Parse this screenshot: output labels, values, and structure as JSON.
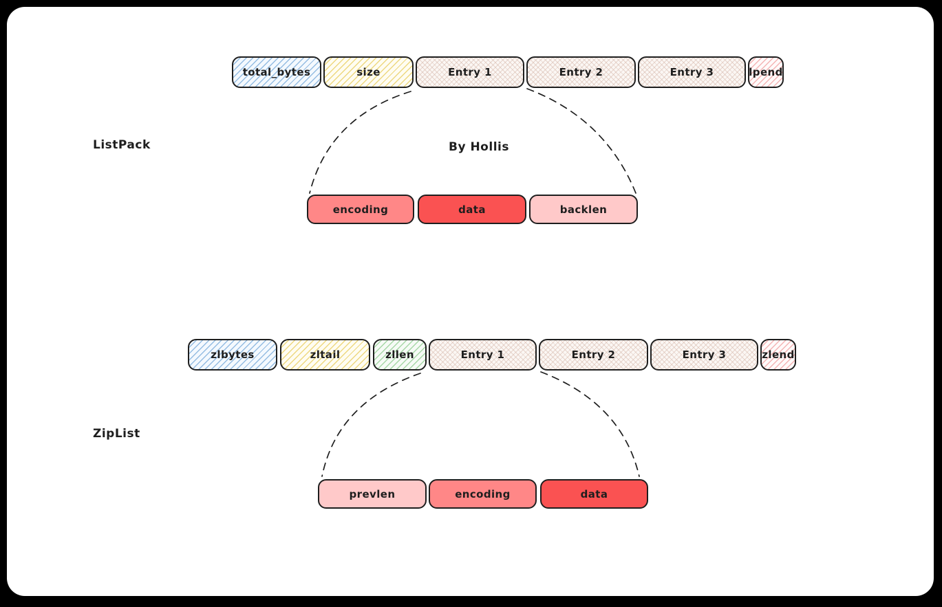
{
  "listpack": {
    "label": "ListPack",
    "note": "By Hollis",
    "row": [
      {
        "label": "total_bytes",
        "fill": "blue-hachure"
      },
      {
        "label": "size",
        "fill": "yellow-hachure"
      },
      {
        "label": "Entry 1",
        "fill": "cross-hatch"
      },
      {
        "label": "Entry 2",
        "fill": "cross-hatch"
      },
      {
        "label": "Entry 3",
        "fill": "cross-hatch"
      },
      {
        "label": "lpend",
        "fill": "red-hachure"
      }
    ],
    "entry_detail": [
      {
        "label": "encoding",
        "fill": "solid-salmon"
      },
      {
        "label": "data",
        "fill": "solid-red"
      },
      {
        "label": "backlen",
        "fill": "solid-pink"
      }
    ]
  },
  "ziplist": {
    "label": "ZipList",
    "row": [
      {
        "label": "zlbytes",
        "fill": "blue-hachure"
      },
      {
        "label": "zltail",
        "fill": "yellow-hachure"
      },
      {
        "label": "zllen",
        "fill": "green-hachure"
      },
      {
        "label": "Entry 1",
        "fill": "cross-hatch"
      },
      {
        "label": "Entry 2",
        "fill": "cross-hatch"
      },
      {
        "label": "Entry 3",
        "fill": "cross-hatch"
      },
      {
        "label": "zlend",
        "fill": "red-hachure"
      }
    ],
    "entry_detail": [
      {
        "label": "prevlen",
        "fill": "solid-pink"
      },
      {
        "label": "encoding",
        "fill": "solid-salmon"
      },
      {
        "label": "data",
        "fill": "solid-red"
      }
    ]
  },
  "colors": {
    "stroke": "#1e1e1e",
    "canvas_background": "#ffffff",
    "page_background": "#000000",
    "blue_hachure": "#74a7d8",
    "yellow_hachure": "#e6c84f",
    "green_hachure": "#7cc47c",
    "red_hachure": "#f09696",
    "crosshatch": "#d6b8aa",
    "solid_salmon": "#ff8787",
    "solid_red": "#fa5252",
    "solid_pink": "#ffc9c9"
  }
}
